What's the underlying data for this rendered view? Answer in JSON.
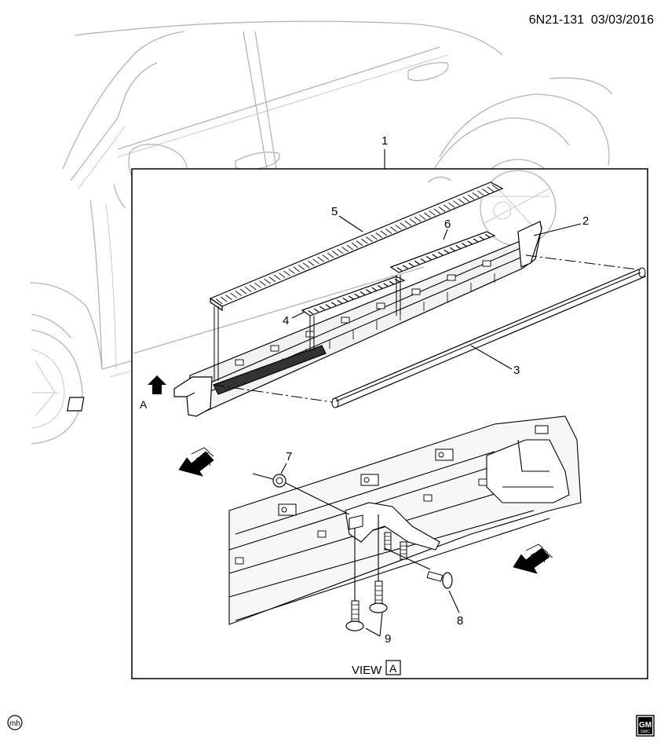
{
  "header": {
    "diagram_code": "6N21-131  03/03/2016"
  },
  "callouts": [
    {
      "id": "1",
      "label": "1"
    },
    {
      "id": "2",
      "label": "2"
    },
    {
      "id": "3",
      "label": "3"
    },
    {
      "id": "4",
      "label": "4"
    },
    {
      "id": "5",
      "label": "5"
    },
    {
      "id": "6",
      "label": "6"
    },
    {
      "id": "7",
      "label": "7"
    },
    {
      "id": "8",
      "label": "8"
    },
    {
      "id": "9",
      "label": "9"
    }
  ],
  "view_markers": {
    "view_label": "VIEW",
    "view_letter": "A",
    "arrow_letter": "A"
  },
  "direction_arrows": {
    "front_label": "FRT"
  },
  "footer": {
    "artist_mark": "mh",
    "brand_top": "GM",
    "brand_bottom": "GMC"
  },
  "colors": {
    "line": "#000000",
    "ghost": "#b4b4b4",
    "panel_fill": "#f2f2f2",
    "background": "#ffffff"
  }
}
